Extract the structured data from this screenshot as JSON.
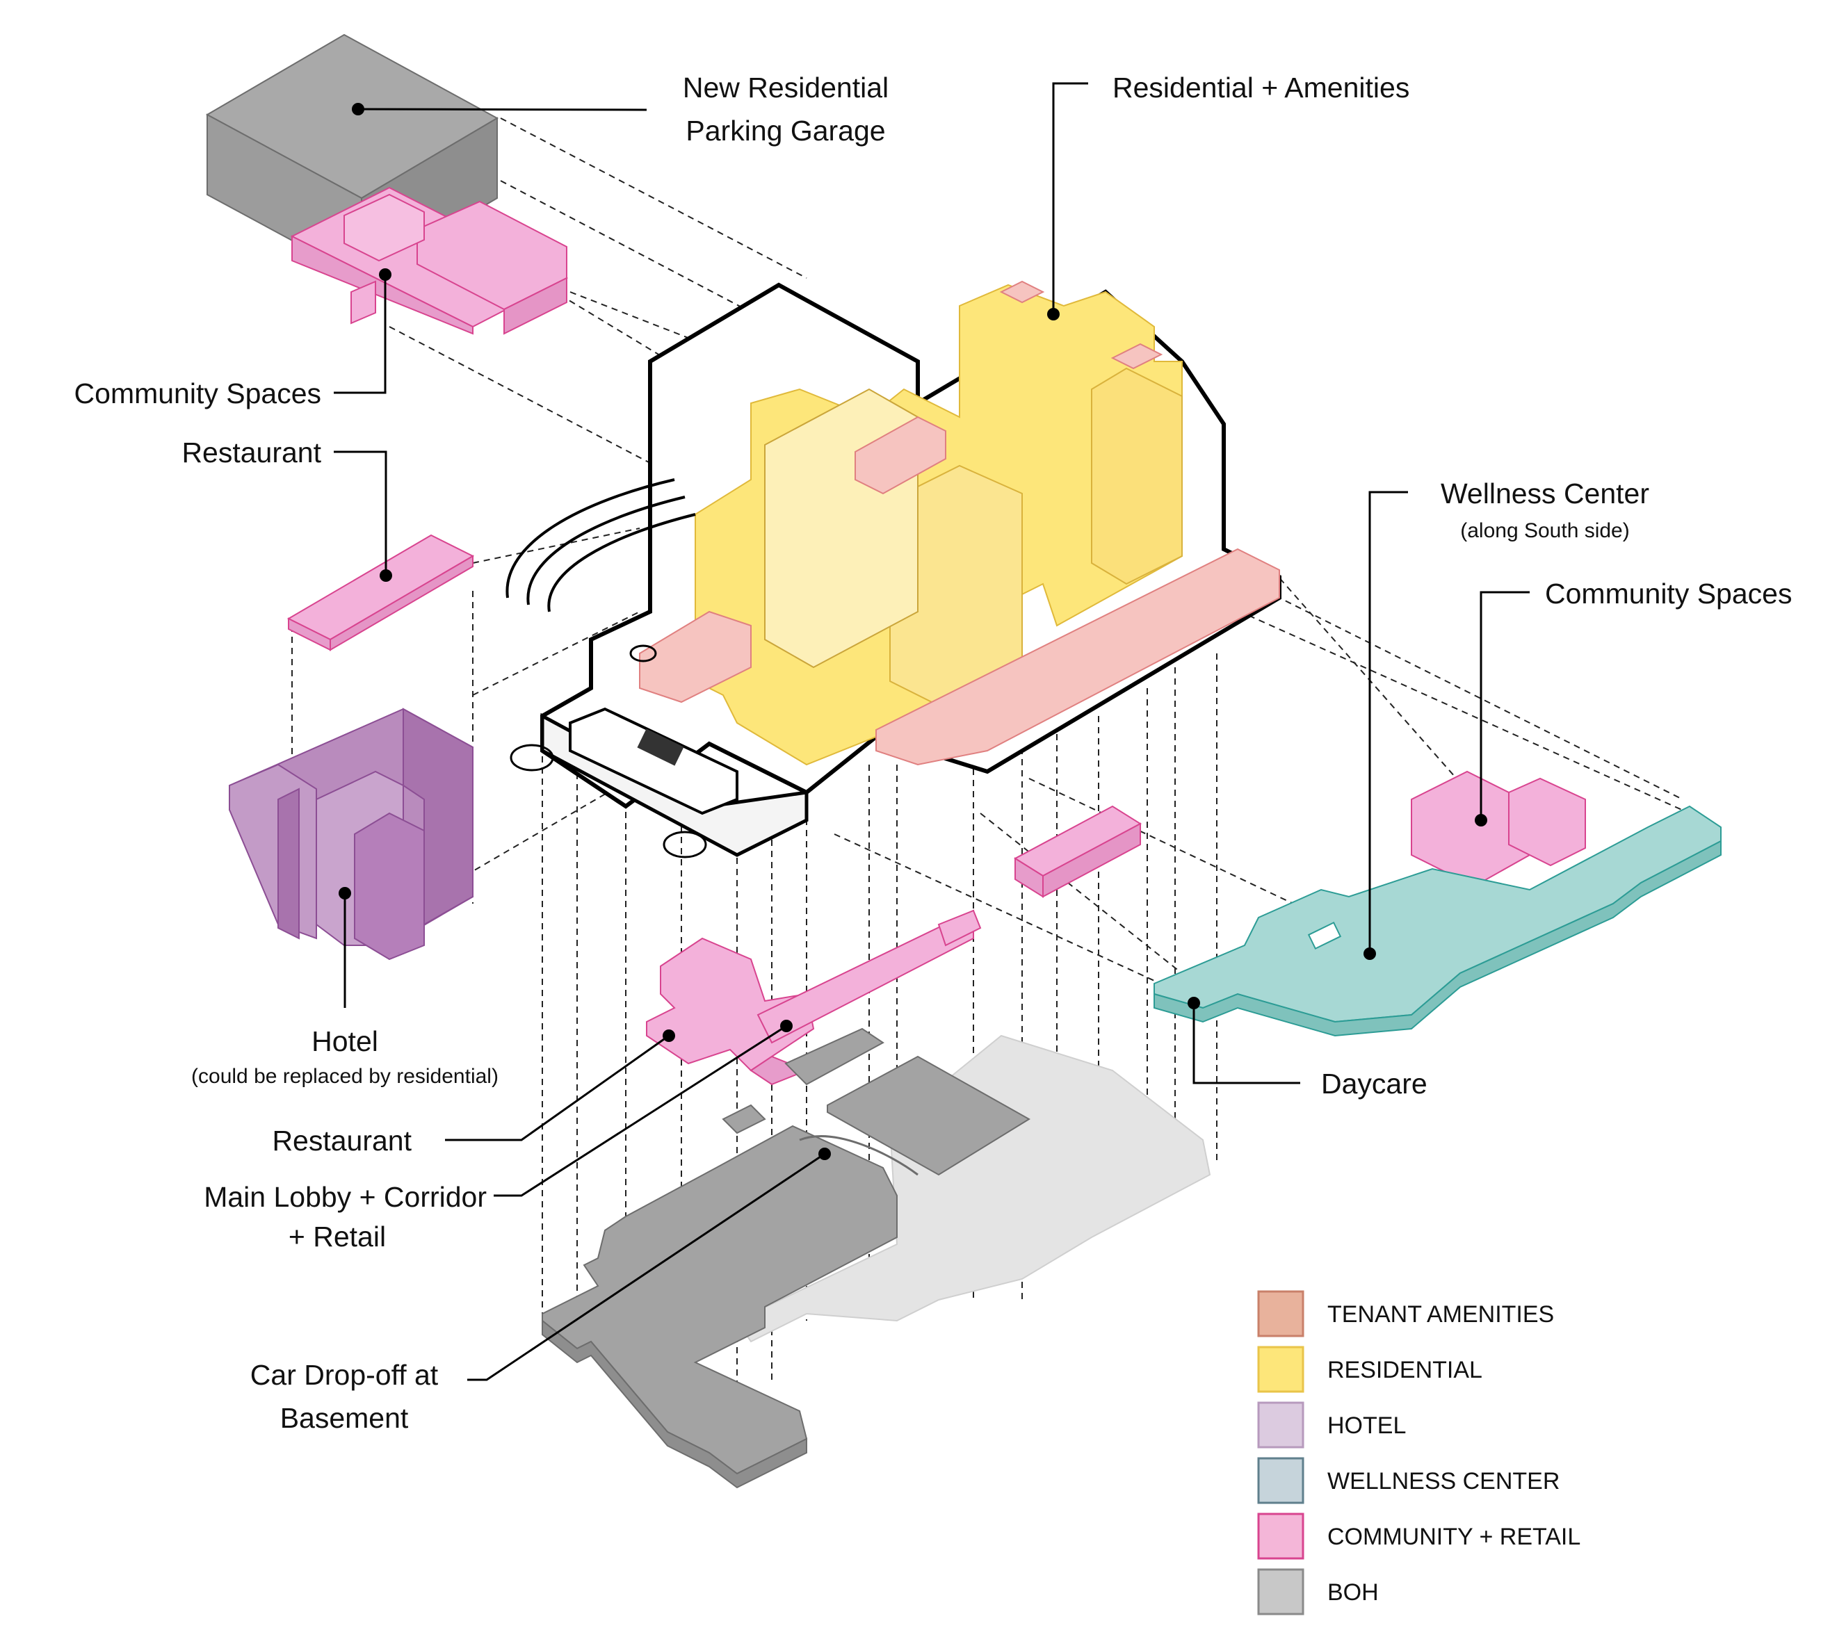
{
  "labels": {
    "parking_garage": [
      "New Residential",
      "Parking Garage"
    ],
    "residential_amenities": "Residential + Amenities",
    "community_spaces_left": "Community Spaces",
    "restaurant_upper": "Restaurant",
    "wellness_center": "Wellness Center",
    "wellness_center_sub": "(along South side)",
    "community_spaces_right": "Community Spaces",
    "hotel": "Hotel",
    "hotel_sub": "(could be replaced by residential)",
    "restaurant_lower": "Restaurant",
    "main_lobby": [
      "Main Lobby + Corridor",
      "+ Retail"
    ],
    "daycare": "Daycare",
    "car_dropoff": [
      "Car Drop-off at",
      "Basement"
    ]
  },
  "legend": [
    {
      "label": "TENANT AMENITIES",
      "fill": "#e8b29c",
      "stroke": "#c9806a"
    },
    {
      "label": "RESIDENTIAL",
      "fill": "#fde67a",
      "stroke": "#e9c44a"
    },
    {
      "label": "HOTEL",
      "fill": "#dccbe0",
      "stroke": "#b79abd"
    },
    {
      "label": "WELLNESS CENTER",
      "fill": "#c6d4db",
      "stroke": "#5f7f8c"
    },
    {
      "label": "COMMUNITY + RETAIL",
      "fill": "#f4b6d8",
      "stroke": "#d8448f"
    },
    {
      "label": "BOH",
      "fill": "#c8c8c8",
      "stroke": "#8a8a8a"
    }
  ],
  "colors": {
    "residential": "#fde67a",
    "tenant_amenities": "#f6c4c0",
    "hotel": "#b98bbd",
    "wellness": "#a7d8d4",
    "community_retail": "#f3b1da",
    "boh": "#a3a3a3",
    "boh_light": "#e2e2e2"
  }
}
